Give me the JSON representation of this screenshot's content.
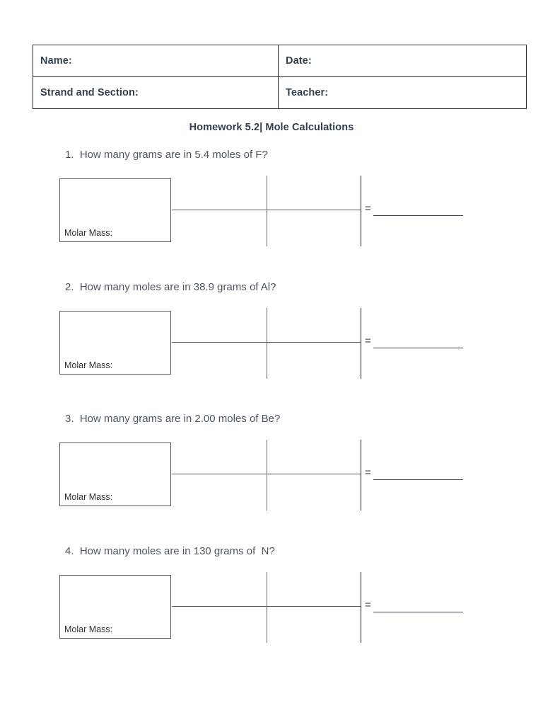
{
  "document": {
    "title": "Homework 5.2| Mole Calculations",
    "colors": {
      "heading_text": "#33404f",
      "body_text": "#4c5663",
      "box_border": "#585858",
      "rule_line": "#3b4654",
      "page_background": "#ffffff"
    }
  },
  "header_table": {
    "rows": [
      {
        "left_label": "Name:",
        "right_label": "Date:"
      },
      {
        "left_label": "Strand and Section:",
        "right_label": "Teacher:"
      }
    ]
  },
  "problems": [
    {
      "number": "1.",
      "question": "How many grams are in 5.4 moles of F?",
      "full_text": "1.  How many grams are in 5.4 moles of F?",
      "box_label": "Molar Mass:",
      "equals_symbol": "=",
      "answer_value": ""
    },
    {
      "number": "2.",
      "question": "How many moles are in 38.9 grams of Al?",
      "full_text": "2.  How many moles are in 38.9 grams of Al?",
      "box_label": "Molar Mass:",
      "equals_symbol": "=",
      "answer_value": ""
    },
    {
      "number": "3.",
      "question": "How many grams are in 2.00 moles of Be?",
      "full_text": "3.  How many grams are in 2.00 moles of Be?",
      "box_label": "Molar Mass:",
      "equals_symbol": "=",
      "answer_value": ""
    },
    {
      "number": "4.",
      "question": "How many moles are in 130 grams of  N?",
      "full_text": "4.  How many moles are in 130 grams of  N?",
      "box_label": "Molar Mass:",
      "equals_symbol": "=",
      "answer_value": ""
    }
  ]
}
